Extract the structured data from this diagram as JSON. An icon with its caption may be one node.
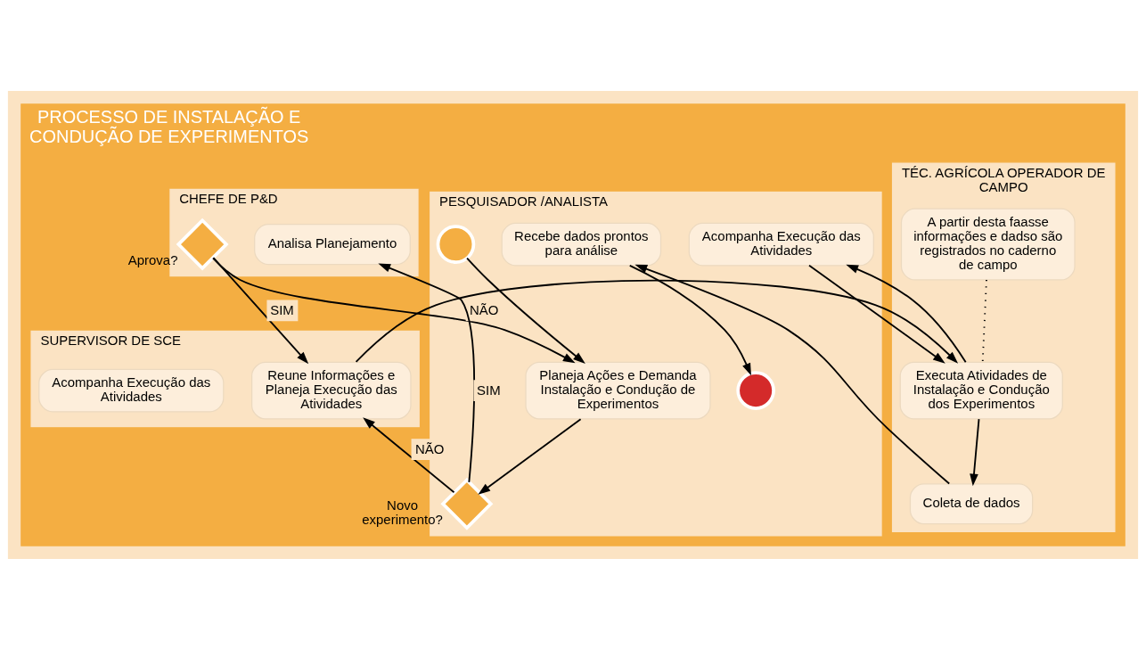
{
  "diagram": {
    "nodes": [
      {
        "text": [
          "PROCESSO DE INSTALAÇÃO E CONDUÇÃO DE EXPERIMENTOS"
        ]
      },
      {
        "text": [
          "CHEFE DE P&D"
        ],
        "in": 0
      },
      {
        "text": [
          "PESQUISADOR /ANALISTA"
        ],
        "in": 0
      },
      {
        "text": [
          "SUPERVISOR DE SCE"
        ],
        "in": 0
      },
      {
        "text": [
          "TÉC. AGRÍCOLA OPERADOR DE CAMPO"
        ],
        "in": 0
      },
      {
        "text": [
          "Analisa Planejamento"
        ],
        "in": 1
      },
      {
        "text": [],
        "shape": "diamond",
        "beside": [
          "Aprova?"
        ],
        "in": 1
      },
      {
        "text": [],
        "shape": "circle",
        "in": 2
      },
      {
        "text": [
          "Planeja Ações e Demanda Instalação e Condução de Experimentos"
        ],
        "in": 2
      },
      {
        "text": [],
        "shape": "diamond",
        "beside": [
          "Novo experimento?"
        ],
        "in": 2
      },
      {
        "text": [
          "Acompanha Execução das Atividades"
        ],
        "in": 2
      },
      {
        "text": [
          "Recebe dados prontos para análise"
        ],
        "in": 2
      },
      {
        "text": [],
        "shape": "circle",
        "in": 2
      },
      {
        "text": [
          "Reune Informações e Planeja Execução das Atividades"
        ],
        "in": 3
      },
      {
        "text": [
          "Acompanha Execução das Atividades"
        ],
        "in": 3
      },
      {
        "text": [
          "Executa Atividades de Instalação e Condução dos Experimentos"
        ],
        "in": 4
      },
      {
        "text": [
          "Coleta de dados"
        ],
        "in": 4
      },
      {
        "text": [
          "A partir desta faasse informações e dadso são registrados no caderno de campo"
        ],
        "in": 4
      }
    ],
    "edges": [
      {
        "from": 7,
        "to": 8,
        "arrow": "to"
      },
      {
        "from": 8,
        "to": 9,
        "arrow": "to"
      },
      {
        "from": 9,
        "to": 5,
        "arrow": "to",
        "label": "SIM"
      },
      {
        "from": 9,
        "to": 13,
        "arrow": "to",
        "label": "NÃO"
      },
      {
        "from": 6,
        "to": 8,
        "arrow": "to",
        "label": "NÃO"
      },
      {
        "from": 6,
        "to": 13,
        "arrow": "to",
        "label": "SIM"
      },
      {
        "from": 13,
        "to": 15,
        "arrow": "to"
      },
      {
        "from": 15,
        "to": 10,
        "arrow": "to"
      },
      {
        "from": 10,
        "to": 15,
        "arrow": "to"
      },
      {
        "from": 15,
        "to": 16,
        "arrow": "to"
      },
      {
        "from": 16,
        "to": 11,
        "arrow": "to"
      },
      {
        "from": 11,
        "to": 12,
        "arrow": "to"
      },
      {
        "from": 17,
        "to": 15,
        "arrow": "none",
        "style": "dashed"
      }
    ]
  }
}
